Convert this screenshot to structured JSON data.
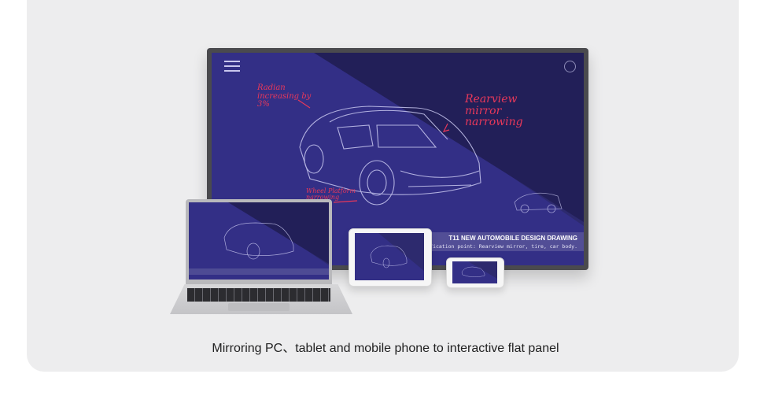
{
  "caption": "Mirroring PC、tablet and mobile phone to interactive flat panel",
  "panel": {
    "title": "T11 NEW AUTOMOBILE DESIGN DRAWING",
    "subtitle": "Modification point: Rearview mirror, tire, car body.",
    "annotations": {
      "radian": "Radian increasing by 3%",
      "rearview": "Rearview mirror narrowing",
      "wheel": "Wheel Platform narrowing"
    }
  },
  "colors": {
    "screen": "#2d2a6e",
    "annotation": "#e8385a",
    "card": "#ededee"
  },
  "icons": {
    "menu": "menu-icon",
    "close": "circle-icon"
  }
}
